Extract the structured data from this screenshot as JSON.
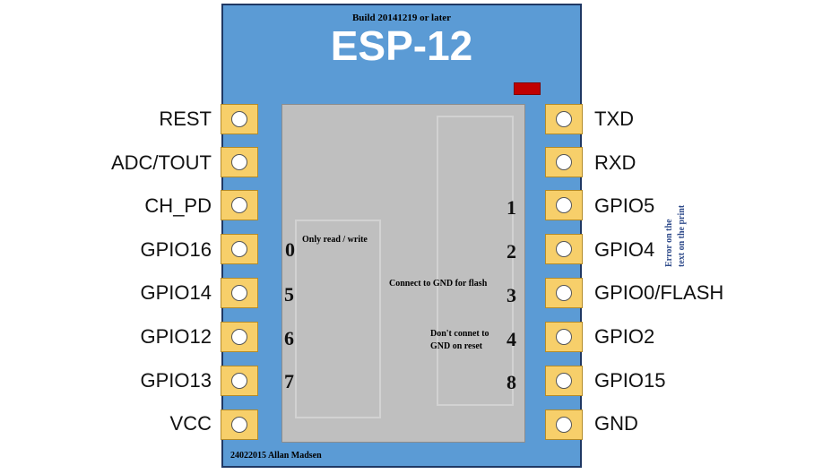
{
  "board": {
    "build_note": "Build 20141219 or later",
    "title": "ESP-12",
    "credit": "24022015 Allan Madsen"
  },
  "left_pins": [
    "REST",
    "ADC/TOUT",
    "CH_PD",
    "GPIO16",
    "GPIO14",
    "GPIO12",
    "GPIO13",
    "VCC"
  ],
  "right_pins": [
    "TXD",
    "RXD",
    "GPIO5",
    "GPIO4",
    "GPIO0/FLASH",
    "GPIO2",
    "GPIO15",
    "GND"
  ],
  "left_numbers": [
    "0",
    "5",
    "6",
    "7"
  ],
  "right_numbers": [
    "1",
    "2",
    "3",
    "4",
    "8"
  ],
  "notes": {
    "read_write": "Only read / write",
    "flash": "Connect to GND for flash",
    "reset_line1": "Don't connet to",
    "reset_line2": "GND on reset"
  },
  "error_note": {
    "line1": "Error on the",
    "line2": "text on the print"
  },
  "colors": {
    "board": "#5b9bd5",
    "shield": "#bfbfbf",
    "pad": "#f7cf6a",
    "led": "#c00000"
  }
}
